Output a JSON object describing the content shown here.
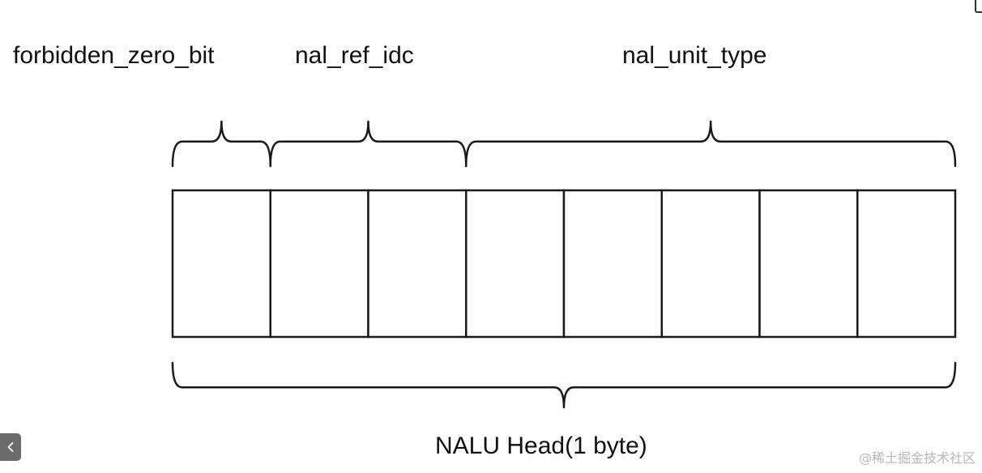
{
  "labels": {
    "forbidden_zero_bit": "forbidden_zero_bit",
    "nal_ref_idc": "nal_ref_idc",
    "nal_unit_type": "nal_unit_type",
    "head": "NALU Head(1 byte)"
  },
  "byte": {
    "bit_count": 8
  },
  "fields": [
    {
      "name": "forbidden_zero_bit",
      "bits": 1
    },
    {
      "name": "nal_ref_idc",
      "bits": 2
    },
    {
      "name": "nal_unit_type",
      "bits": 5
    }
  ],
  "ui": {
    "back_icon": "chevron-left-icon"
  },
  "watermark": "@稀土掘金技术社区"
}
